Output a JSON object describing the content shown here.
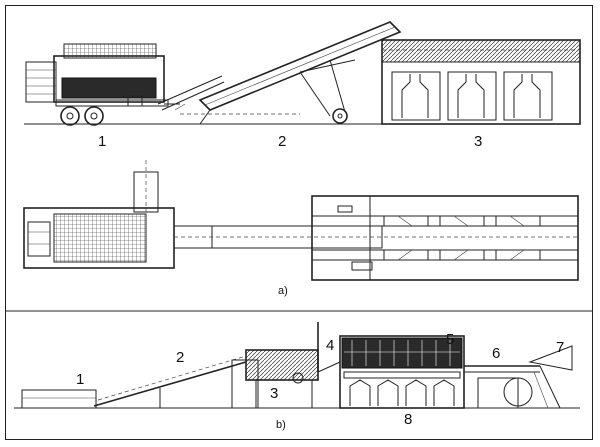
{
  "panel_a": {
    "caption": "a)",
    "labels": [
      "1",
      "2",
      "3"
    ]
  },
  "panel_b": {
    "caption": "b)",
    "labels": [
      "1",
      "2",
      "3",
      "4",
      "5",
      "6",
      "7",
      "8"
    ]
  }
}
